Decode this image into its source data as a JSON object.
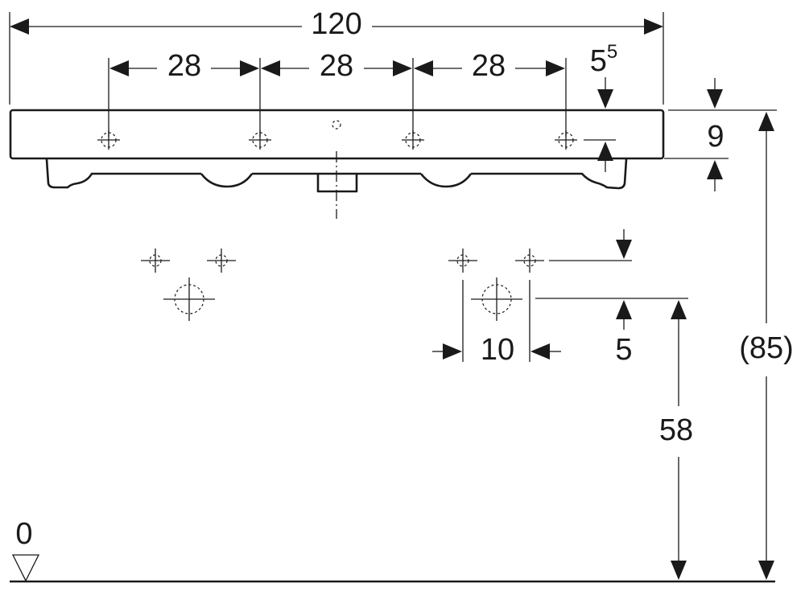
{
  "dimensions": {
    "overall_width": "120",
    "tap_spacing_1": "28",
    "tap_spacing_2": "28",
    "tap_spacing_3": "28",
    "tap_offset_base": "5",
    "tap_offset_sup": "5",
    "rim_height": "9",
    "total_height": "(85)",
    "horizontal_spacing": "10",
    "vertical_spacing": "5",
    "supply_height": "58",
    "floor_level": "0"
  }
}
